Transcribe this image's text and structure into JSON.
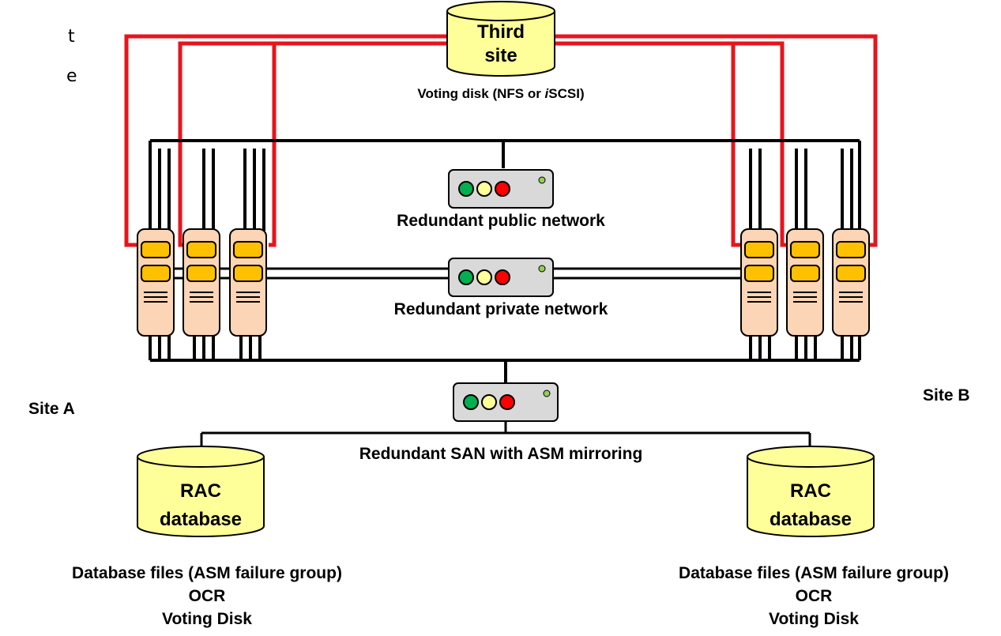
{
  "clipped_text": [
    "t",
    "e"
  ],
  "third_site": {
    "title_line1": "Third",
    "title_line2": "site",
    "caption_prefix": "Voting disk (NFS or ",
    "caption_italic": "i",
    "caption_suffix": "SCSI)"
  },
  "networks": {
    "public": "Redundant public network",
    "private": "Redundant private network",
    "san": "Redundant SAN with ASM mirroring"
  },
  "sites": {
    "a": "Site A",
    "b": "Site B"
  },
  "databases": [
    {
      "line1": "RAC",
      "line2": "database",
      "files": "Database files (ASM failure group)",
      "ocr": "OCR",
      "voting": "Voting Disk"
    },
    {
      "line1": "RAC",
      "line2": "database",
      "files": "Database files (ASM failure group)",
      "ocr": "OCR",
      "voting": "Voting Disk"
    }
  ],
  "colors": {
    "red_link": "#e8141c",
    "black_link": "#000000",
    "storage_fill": "#ffff99",
    "node_fill": "#fbd5b5",
    "node_slot": "#ffc000",
    "switch_fill": "#d9d9d9",
    "light_green": "#00b050",
    "light_yellow": "#ffff99",
    "light_red": "#ff0000"
  }
}
